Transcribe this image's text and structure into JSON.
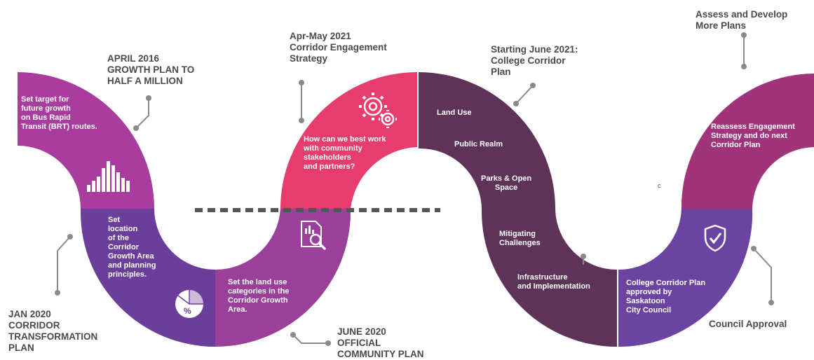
{
  "milestones": {
    "april_2016": {
      "title": [
        "APRIL 2016",
        "GROWTH PLAN TO",
        "HALF A MILLION"
      ],
      "body": [
        "Set target for",
        "future growth",
        "on Bus Rapid",
        "Transit (BRT) routes."
      ]
    },
    "jan_2020": {
      "title": [
        "JAN 2020",
        "CORRIDOR",
        "TRANSFORMATION",
        "PLAN"
      ],
      "body": [
        "Set",
        "location",
        "of the",
        "Corridor",
        "Growth Area",
        "and planning",
        "principles."
      ]
    },
    "june_2020": {
      "title": [
        "JUNE 2020",
        "OFFICIAL",
        "COMMUNITY PLAN"
      ],
      "body": [
        "Set the land use",
        "categories in the",
        "Corridor Growth",
        "Area."
      ]
    },
    "apr_may_2021": {
      "title": [
        "Apr-May 2021",
        "Corridor Engagement",
        "Strategy"
      ],
      "body": [
        "How can we best work",
        "with community",
        "stakeholders",
        "and partners?"
      ]
    },
    "june_2021": {
      "title": [
        "Starting June 2021:",
        "College Corridor",
        "Plan"
      ],
      "items": [
        "Land Use",
        "Public Realm",
        "Parks & Open",
        "Space",
        "Mitigating",
        "Challenges",
        "Infrastructure",
        "and Implementation"
      ]
    },
    "council": {
      "title": "Council Approval",
      "body": [
        "College Corridor Plan",
        "approved by",
        "Saskatoon",
        "City Council"
      ]
    },
    "assess": {
      "title": [
        "Assess and Develop",
        "More Plans"
      ],
      "body": [
        "Reassess Engagement",
        "Strategy and do next",
        "Corridor Plan"
      ]
    }
  },
  "stray_mark": "c",
  "colors": {
    "magenta": "#a93d9e",
    "purple_dark": "#6b3e9c",
    "purple_mid": "#9a3f9a",
    "pink": "#e63c6e",
    "plum": "#5d3358",
    "violet": "#6a44a0",
    "mauve": "#a0347a",
    "label": "#4a4a4a",
    "dots": "#555555"
  },
  "icons": [
    "bar-chart-icon",
    "pie-chart-icon",
    "document-search-icon",
    "gears-icon",
    "shield-check-icon"
  ]
}
